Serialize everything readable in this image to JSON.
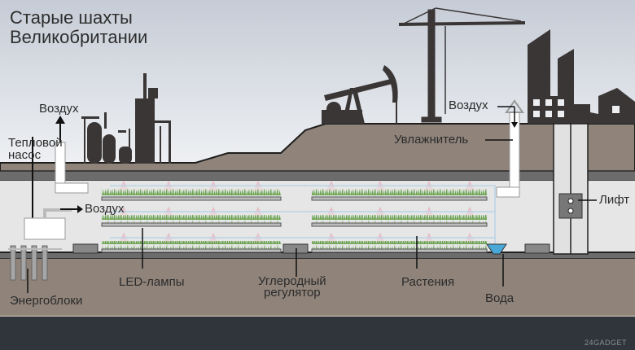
{
  "title": {
    "line1": "Старые шахты",
    "line2": "Великобритании"
  },
  "labels": {
    "air_top_left": "Воздух",
    "heat_pump_line1": "Тепловой",
    "heat_pump_line2": "насос",
    "air_mid": "Воздух",
    "air_top_right": "Воздух",
    "humidifier": "Увлажнитель",
    "lift": "Лифт",
    "power_units": "Энергоблоки",
    "led_lamps": "LED-лампы",
    "carbon_line1": "Углеродный",
    "carbon_line2": "регулятор",
    "plants": "Растения",
    "water": "Вода"
  },
  "watermark": "24GADGET",
  "colors": {
    "sky_top": "#c9ced6",
    "sky_bottom": "#eceef1",
    "ground": "#8f837a",
    "tunnel": "#e6e6e6",
    "silhouette": "#3a3636",
    "plants": "#6aa34f",
    "led_glow": "#e9b7c3",
    "water": "#4aa8d8",
    "bottom_band": "#30343b"
  },
  "icons": {
    "industrial_plant": "refinery-silhouette",
    "oil_pump": "pumpjack-silhouette",
    "crane": "tower-crane-silhouette",
    "factory": "factory-silhouette",
    "carbon_regulator": "coil-box-icon",
    "water_tank": "water-basin-icon",
    "lift_panel": "elevator-panel-icon"
  }
}
